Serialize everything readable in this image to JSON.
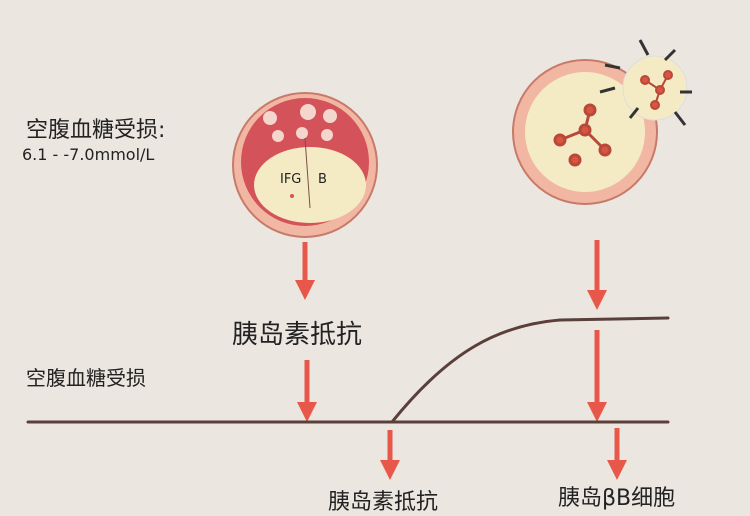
{
  "left_label": {
    "title": "空腹血糖受损:",
    "range": "6.1 - -7.0mmol/L"
  },
  "dish_left_labels": {
    "ifg": "IFG",
    "b": "B"
  },
  "middle_label": "胰岛素抵抗",
  "axis_label": "空腹血糖受损",
  "bottom_labels": {
    "left": "胰岛素抵抗",
    "right": "胰岛βB细胞"
  },
  "colors": {
    "background": "#ece6e0",
    "arrow": "#e8584a",
    "line": "#5a3f3a",
    "dish_red": "#d4525a",
    "dish_cream": "#f4ebc4"
  }
}
